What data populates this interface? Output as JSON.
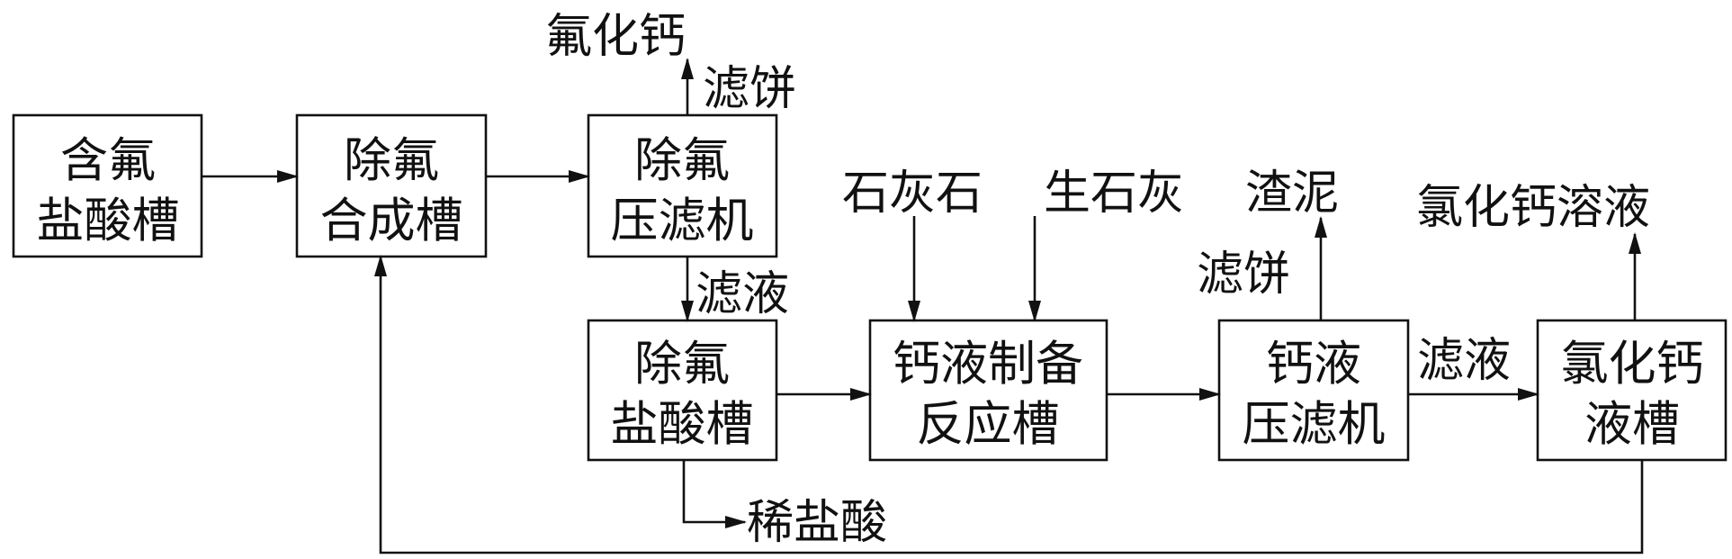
{
  "nodes": {
    "fluorine_acid_tank": {
      "line1": "含氟",
      "line2": "盐酸槽"
    },
    "defluor_synthesis_tank": {
      "line1": "除氟",
      "line2": "合成槽"
    },
    "defluor_filter_press": {
      "line1": "除氟",
      "line2": "压滤机"
    },
    "defluor_acid_tank": {
      "line1": "除氟",
      "line2": "盐酸槽"
    },
    "ca_reactor": {
      "line1": "钙液制备",
      "line2": "反应槽"
    },
    "ca_filter_press": {
      "line1": "钙液",
      "line2": "压滤机"
    },
    "cacl2_tank": {
      "line1": "氯化钙",
      "line2": "液槽"
    }
  },
  "labels": {
    "calcium_fluoride": "氟化钙",
    "filter_cake_1": "滤饼",
    "filtrate_1": "滤液",
    "limestone": "石灰石",
    "quicklime": "生石灰",
    "slag": "渣泥",
    "filter_cake_2": "滤饼",
    "cacl2_solution": "氯化钙溶液",
    "filtrate_2": "滤液",
    "dilute_hcl": "稀盐酸"
  },
  "colors": {
    "line": "#111111",
    "background": "#ffffff"
  }
}
